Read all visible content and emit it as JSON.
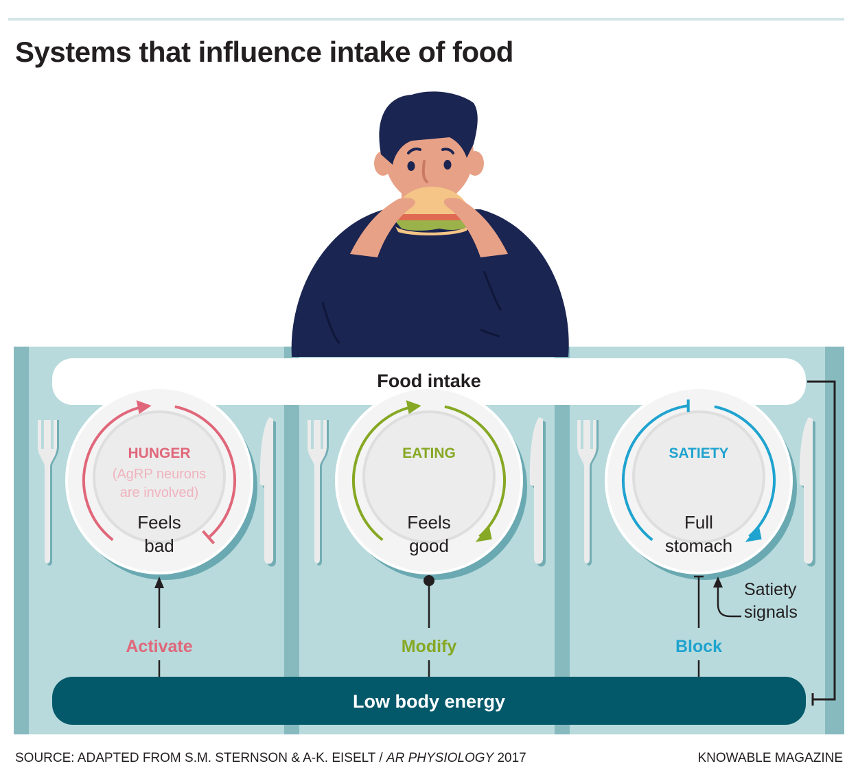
{
  "title": "Systems that influence intake of food",
  "top_bar": {
    "label": "Food intake"
  },
  "bottom_bar": {
    "label": "Low body energy"
  },
  "plates": [
    {
      "id": "hunger",
      "heading": "HUNGER",
      "subheading_line1": "(AgRP neurons",
      "subheading_line2": "are involved)",
      "feeling_line1": "Feels",
      "feeling_line2": "bad",
      "color": "#e0677a",
      "sub_color": "#f0b3bd",
      "connector_label": "Activate",
      "connector_type": "arrow"
    },
    {
      "id": "eating",
      "heading": "EATING",
      "subheading_line1": "",
      "subheading_line2": "",
      "feeling_line1": "Feels",
      "feeling_line2": "good",
      "color": "#86a824",
      "sub_color": "#86a824",
      "connector_label": "Modify",
      "connector_type": "dot"
    },
    {
      "id": "satiety",
      "heading": "SATIETY",
      "subheading_line1": "",
      "subheading_line2": "",
      "feeling_line1": "Full",
      "feeling_line2": "stomach",
      "color": "#1fa3cf",
      "sub_color": "#1fa3cf",
      "connector_label": "Block",
      "connector_type": "inhibit"
    }
  ],
  "satiety_signals": {
    "line1": "Satiety",
    "line2": "signals"
  },
  "footer": {
    "source_prefix": "SOURCE: ADAPTED FROM S.M. STERNSON & A-K. EISELT / ",
    "source_journal": "AR PHYSIOLOGY",
    "source_year": " 2017",
    "credit": "KNOWABLE MAGAZINE"
  },
  "colors": {
    "placemat": "#b8dadc",
    "placemat_stripe": "#87babf",
    "bottom_bar": "#03596a",
    "shirt": "#1b2551",
    "skin": "#e7a186",
    "hair": "#1b2551"
  }
}
